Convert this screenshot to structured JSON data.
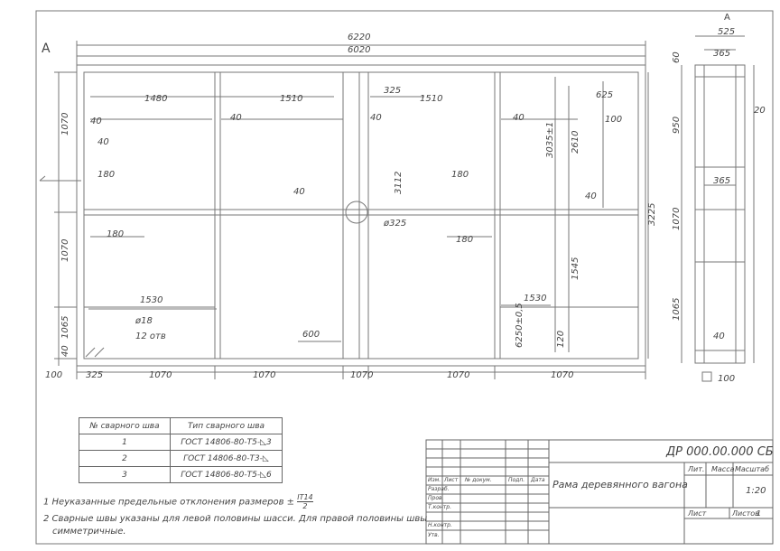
{
  "drawing": {
    "overall_dims": {
      "total_length": "6220",
      "inner_length": "6020",
      "top_dim": "525",
      "top_inner": "365",
      "view_label": "A"
    },
    "plan_dims": {
      "d1480": "1480",
      "d1510": "1510",
      "d1510b": "1510",
      "d325": "325",
      "d625": "625",
      "d40a": "40",
      "d40b": "40",
      "d40c": "40",
      "d40d": "40",
      "d40e": "40",
      "d40f": "40",
      "d100": "100",
      "d3035": "3035±1",
      "d3112": "3112",
      "d2610": "2610",
      "d3225": "3225",
      "d180a": "180",
      "d180b": "180",
      "d180c": "180",
      "d180d": "180",
      "phi325": "ø325",
      "d1545": "1545",
      "d1530a": "1530",
      "d1530b": "1530",
      "phi18": "ø18",
      "holes": "12 отв",
      "d600": "600",
      "d6250": "6250±0,5",
      "d120": "120",
      "d325b": "325",
      "d1070a": "1070",
      "d1070b": "1070",
      "d1070c": "1070",
      "d1070d": "1070",
      "d1070e": "1070",
      "d100b": "100",
      "left_v1": "1070",
      "left_v2": "1070",
      "left_v3": "1065",
      "left_v4": "40"
    },
    "side_dims": {
      "s60": "60",
      "s950": "950",
      "s1070": "1070",
      "s1065": "1065",
      "s20": "20",
      "s365": "365",
      "s40": "40",
      "s100": "100"
    }
  },
  "weld_table": {
    "headers": [
      "№ сварного шва",
      "Тип сварного шва"
    ],
    "rows": [
      {
        "no": "1",
        "type": "ГОСТ 14806-80-Т5-◺3"
      },
      {
        "no": "2",
        "type": "ГОСТ 14806-80-Т3-◺"
      },
      {
        "no": "3",
        "type": "ГОСТ 14806-80-Т5-◺6"
      }
    ]
  },
  "notes": {
    "note1": "1  Неуказанные предельные отклонения размеров  ±",
    "note1_frac": "IT14",
    "note1_den": "2",
    "note2": "2  Сварные швы указаны для левой половины шасси. Для правой половины швы",
    "note2b": "симметричные."
  },
  "title_block": {
    "code": "ДР 000.00.000 СБ",
    "name": "Рама деревянного вагона",
    "col_lit": "Лит.",
    "col_mass": "Масса",
    "col_scale": "Масштаб",
    "scale": "1:20",
    "sheet": "Лист",
    "sheets": "Листов",
    "sheets_count": "1",
    "row_izm": "Изм.",
    "row_list": "Лист",
    "row_doc": "№ докум.",
    "row_sign": "Подп.",
    "row_date": "Дата",
    "razrab": "Разраб.",
    "prov": "Пров.",
    "tkontr": "Т.контр.",
    "nkontr": "Н.контр.",
    "utv": "Утв."
  }
}
